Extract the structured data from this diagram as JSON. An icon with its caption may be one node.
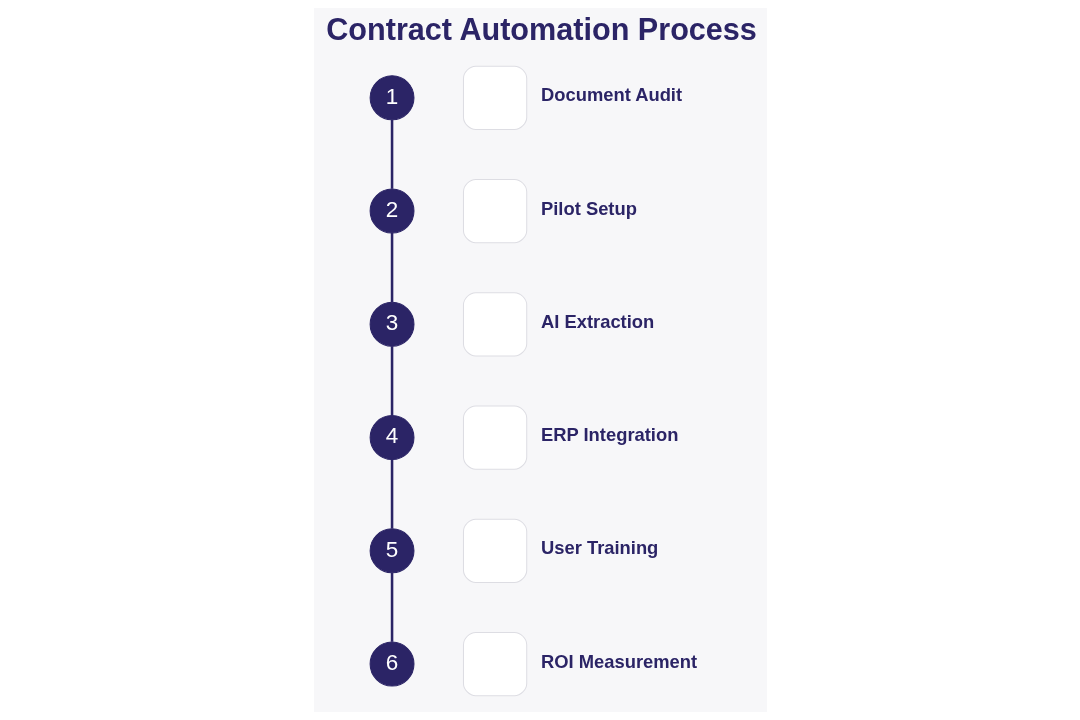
{
  "diagram": {
    "title": "Contract Automation Process",
    "nodes": [
      {
        "text": [
          "1"
        ]
      },
      {
        "text": [],
        "shape": "box",
        "beside": [
          "Document Audit"
        ]
      },
      {
        "text": [
          "2"
        ]
      },
      {
        "text": [],
        "shape": "box",
        "beside": [
          "Pilot Setup"
        ]
      },
      {
        "text": [
          "3"
        ]
      },
      {
        "text": [],
        "shape": "box",
        "beside": [
          "AI Extraction"
        ]
      },
      {
        "text": [
          "4"
        ]
      },
      {
        "text": [],
        "shape": "box",
        "beside": [
          "ERP Integration"
        ]
      },
      {
        "text": [
          "5"
        ]
      },
      {
        "text": [],
        "shape": "box",
        "beside": [
          "User Training"
        ]
      },
      {
        "text": [
          "6"
        ]
      },
      {
        "text": [],
        "shape": "box",
        "beside": [
          "ROI Measurement"
        ]
      }
    ],
    "edges": [
      {
        "from": 0,
        "to": 2,
        "arrow": "none"
      },
      {
        "from": 2,
        "to": 4,
        "arrow": "none"
      },
      {
        "from": 4,
        "to": 6,
        "arrow": "none"
      },
      {
        "from": 6,
        "to": 8,
        "arrow": "none"
      },
      {
        "from": 8,
        "to": 10,
        "arrow": "none"
      }
    ]
  }
}
